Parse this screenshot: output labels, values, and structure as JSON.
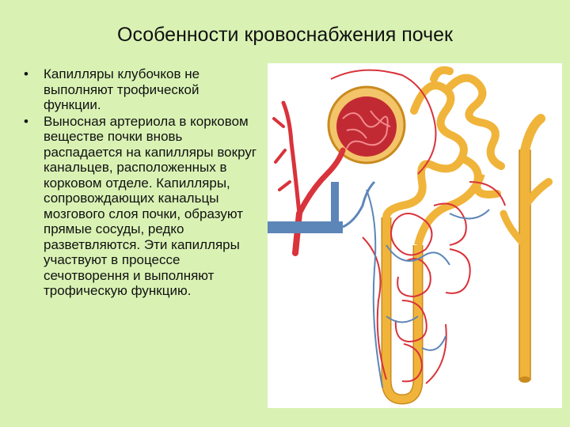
{
  "slide": {
    "title": "Особенности кровоснабжения почек",
    "bullets": [
      "Капилляры клубочков не выполняют трофической функции.",
      "Выносная артериола в корковом веществе почки вновь распадается на капилляры вокруг канальцев, расположенных в корковом отделе. Капилляры, сопровождающих канальцы мозгового слоя почки, образуют прямые сосуды, редко разветвляются. Эти капилляры участвуют в процессе сечотворення и выполняют трофическую функцию."
    ],
    "bullet_marker": "•"
  },
  "colors": {
    "background": "#d9f2b4",
    "artery": "#d9333b",
    "vein": "#5d86b8",
    "tubule": "#f0b43a",
    "tubule_edge": "#c98a1e"
  }
}
